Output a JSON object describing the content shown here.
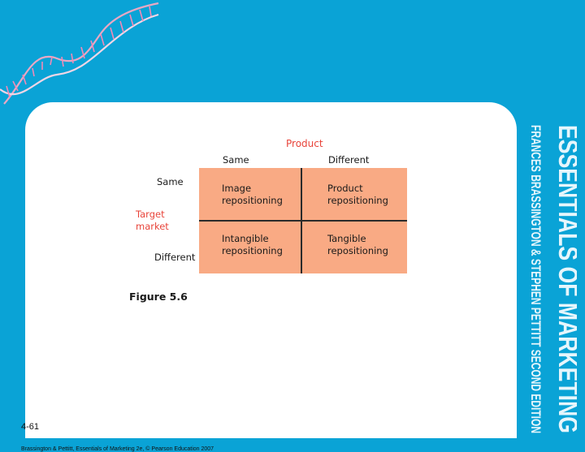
{
  "diagram": {
    "top_header": "Product",
    "columns": [
      "Same",
      "Different"
    ],
    "rows": [
      "Same",
      "Different"
    ],
    "side_header": "Target\nmarket",
    "cells": [
      "Image\nrepositioning",
      "Product\nrepositioning",
      "Intangible\nrepositioning",
      "Tangible\nrepositioning"
    ],
    "caption": "Figure 5.6"
  },
  "slide": {
    "number": "4-61",
    "credit": "Brassington & Pettitt, Essentials of Marketing 2e, © Pearson Education 2007"
  },
  "book_title": {
    "line1": "ESSENTIALS OF MARKETING",
    "line2": "FRANCES BRASSINGTON & STEPHEN PETTITT   SECOND EDITION"
  },
  "colors": {
    "background": "#0aa3d6",
    "matrix_fill": "#f9aa84",
    "accent_text": "#e8443a"
  }
}
